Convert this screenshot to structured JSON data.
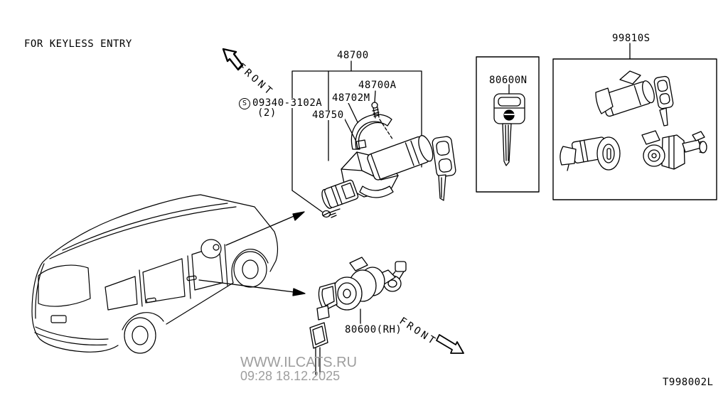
{
  "diagram": {
    "note": "FOR KEYLESS ENTRY",
    "code": "T998002L",
    "direction_labels": {
      "top": "FRONT",
      "bottom": "FRONT"
    },
    "parts": {
      "fastener": {
        "symbol": "S",
        "number": "09340-3102A",
        "qty": "(2)"
      },
      "steering_lock_assy": "48700",
      "bolt": "48700A",
      "clamp": "48702M",
      "ignition_switch": "48750",
      "key_blank": "80600N",
      "key_set": "99810S",
      "door_lock_cylinder_rh": "80600(RH)"
    },
    "watermark": {
      "site": "WWW.ILCATS.RU",
      "timestamp": "09:28 18.12.2025"
    },
    "colors": {
      "line": "#000000",
      "watermark": "#9e9e9e",
      "background": "#ffffff"
    }
  }
}
